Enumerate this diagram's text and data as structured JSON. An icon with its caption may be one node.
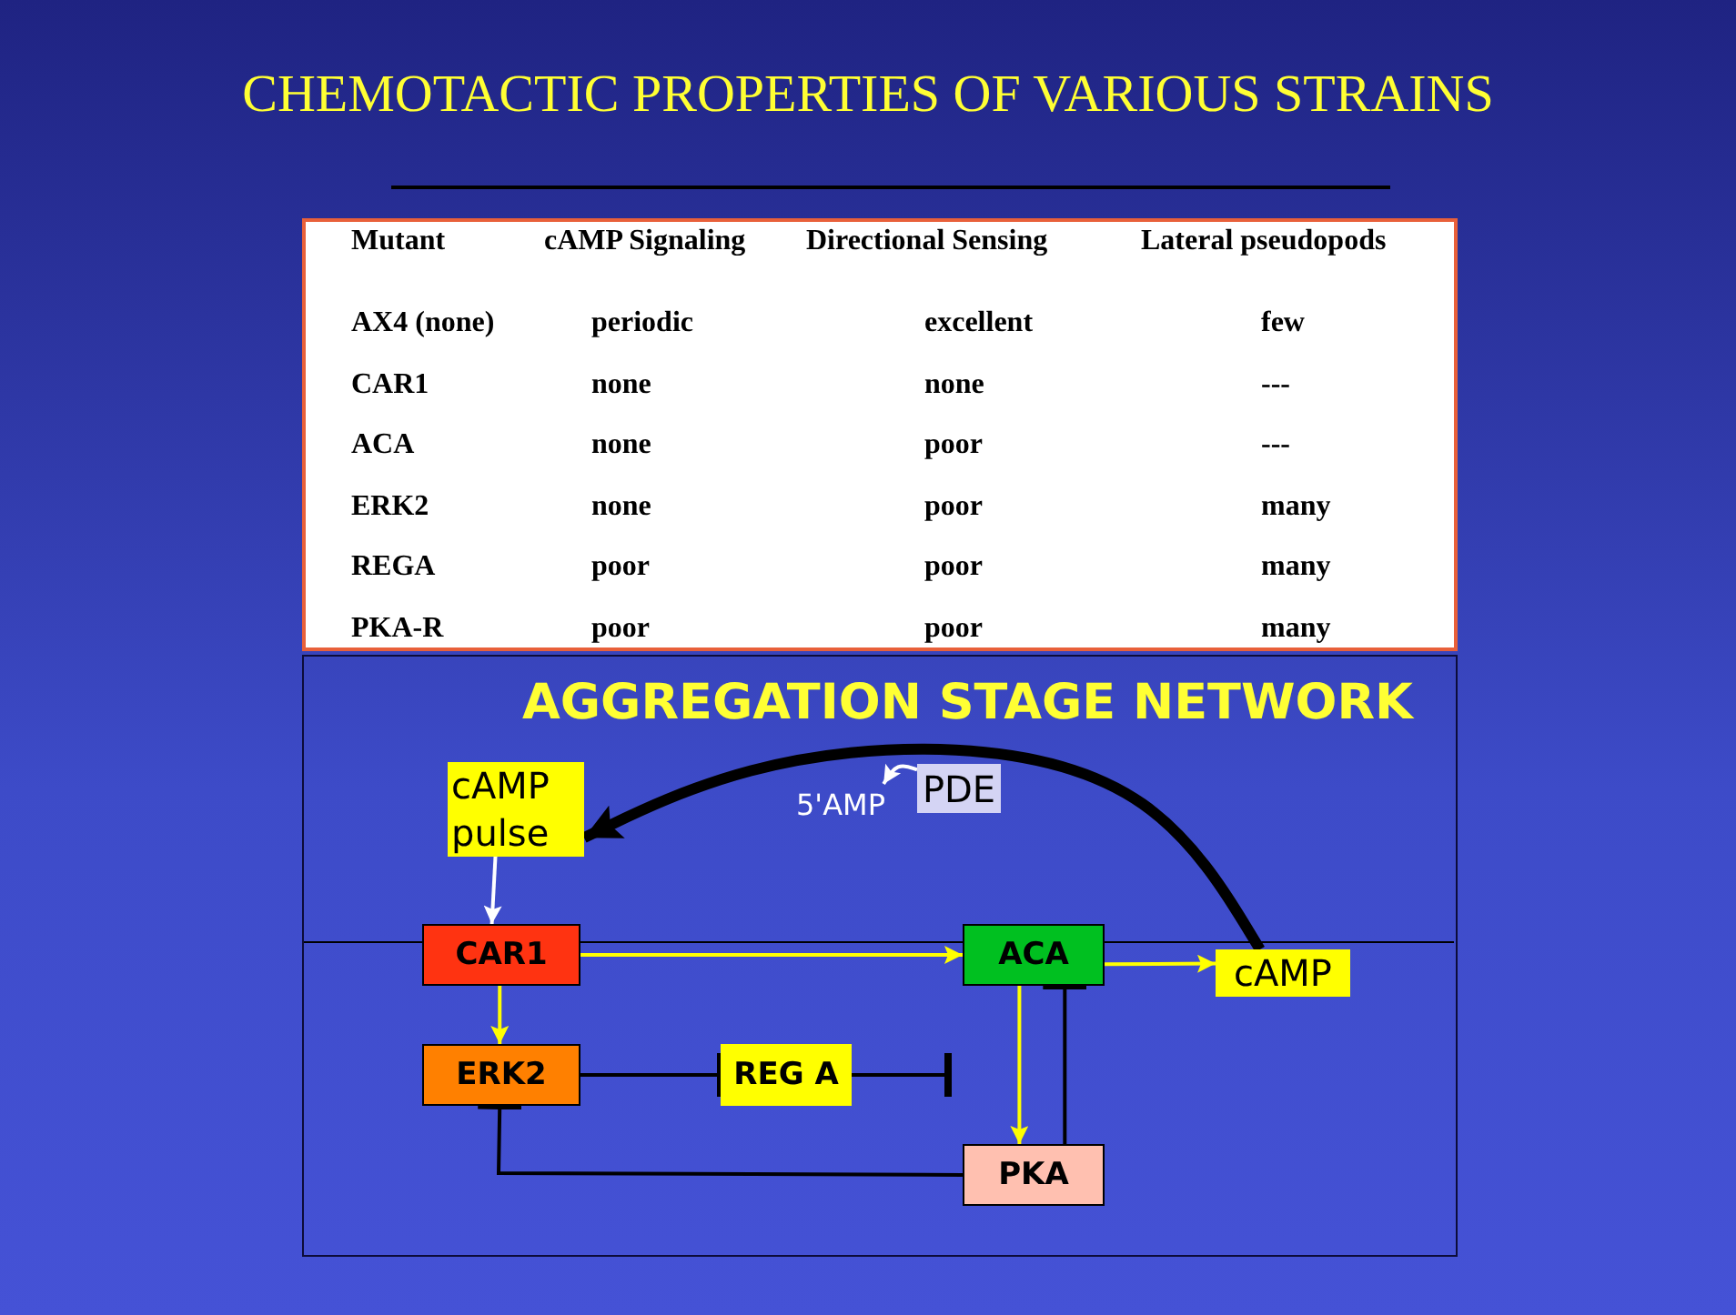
{
  "diagram": {
    "title": "CHEMOTACTIC PROPERTIES OF VARIOUS STRAINS",
    "nodes": [
      {
        "text": [
          "AGGREGATION STAGE NETWORK"
        ]
      },
      {
        "text": [
          "cAMP pulse"
        ],
        "in": 0
      },
      {
        "text": [
          "5'AMP"
        ],
        "in": 0
      },
      {
        "text": [
          "PDE"
        ],
        "in": 0
      },
      {
        "text": [
          "CAR1"
        ],
        "in": 0
      },
      {
        "text": [
          "ACA"
        ],
        "in": 0
      },
      {
        "text": [
          "cAMP"
        ],
        "in": 0
      },
      {
        "text": [
          "ERK2"
        ],
        "in": 0
      },
      {
        "text": [
          "REG A"
        ],
        "in": 0
      },
      {
        "text": [
          "PKA"
        ],
        "in": 0
      }
    ],
    "edges": [
      {
        "from": 1,
        "to": 4,
        "arrow": "to",
        "color": "#ffffff"
      },
      {
        "from": 3,
        "to": 2,
        "arrow": "to",
        "color": "#ffffff"
      },
      {
        "from": 4,
        "to": 5,
        "arrow": "to",
        "color": "#ffff00"
      },
      {
        "from": 5,
        "to": 6,
        "arrow": "to",
        "color": "#ffff00"
      },
      {
        "from": 6,
        "to": 1,
        "arrow": "to",
        "style": "thick"
      },
      {
        "from": 4,
        "to": 7,
        "arrow": "to",
        "color": "#ffff00"
      },
      {
        "from": 7,
        "to": 8,
        "arrow": "other"
      },
      {
        "from": 8,
        "to": null,
        "arrow": "other"
      },
      {
        "from": 5,
        "to": 9,
        "arrow": "to",
        "color": "#ffff00"
      },
      {
        "from": 9,
        "to": 5,
        "arrow": "other"
      },
      {
        "from": 9,
        "to": 7,
        "arrow": "other"
      }
    ],
    "labels": [
      "Mutant",
      "cAMP Signaling",
      "Directional Sensing",
      "Lateral pseudopods",
      "AX4 (none)",
      "periodic",
      "excellent",
      "few",
      "CAR1",
      "none",
      "none",
      "---",
      "ACA",
      "none",
      "poor",
      "---",
      "ERK2",
      "none",
      "poor",
      "many",
      "REGA",
      "poor",
      "poor",
      "many",
      "PKA-R",
      "poor",
      "poor",
      "many"
    ]
  }
}
